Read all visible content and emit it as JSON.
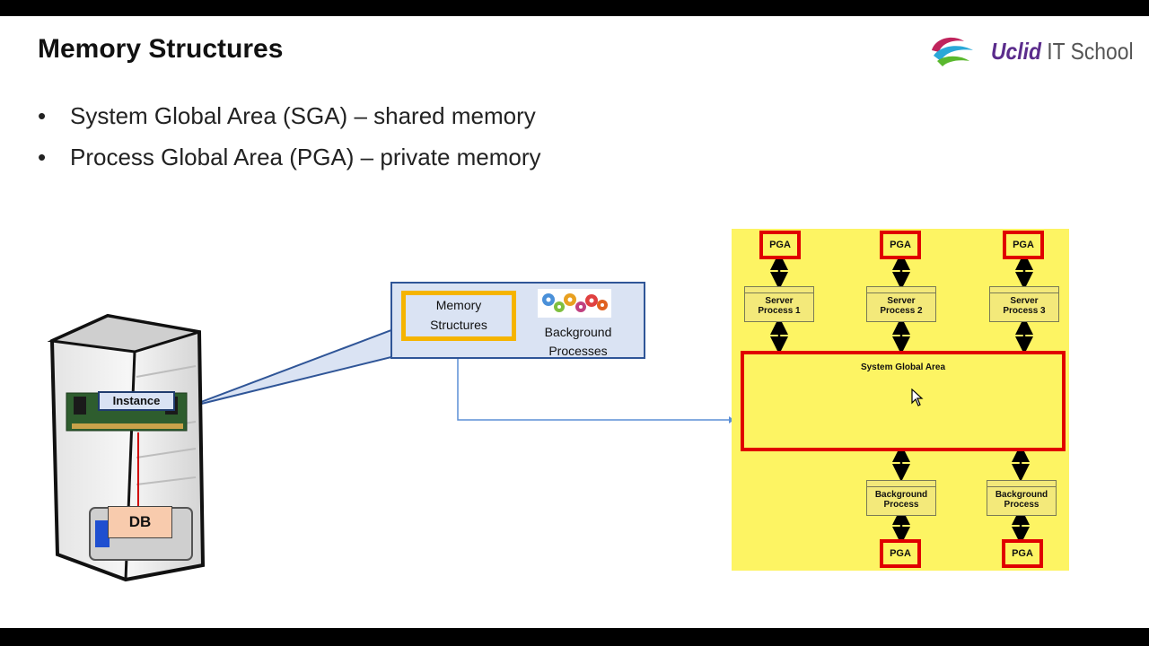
{
  "slide": {
    "title": "Memory Structures",
    "logo": {
      "brand": "Uclid",
      "rest": " IT School"
    },
    "bullets": [
      "System Global Area (SGA) – shared memory",
      "Process Global Area (PGA) – private memory"
    ]
  },
  "server": {
    "instance_label": "Instance",
    "db_label": "DB"
  },
  "callout": {
    "memory_structures_line1": "Memory",
    "memory_structures_line2": "Structures",
    "background_line1": "Background",
    "background_line2": "Processes"
  },
  "architecture": {
    "pga_label": "PGA",
    "server_processes": [
      {
        "line1": "Server",
        "line2": "Process 1"
      },
      {
        "line1": "Server",
        "line2": "Process 2"
      },
      {
        "line1": "Server",
        "line2": "Process 3"
      }
    ],
    "sga_label": "System Global Area",
    "background_processes": [
      {
        "line1": "Background",
        "line2": "Process"
      },
      {
        "line1": "Background",
        "line2": "Process"
      }
    ]
  },
  "colors": {
    "panel_yellow": "#fdf463",
    "highlight_red": "#e00000",
    "callout_blue": "#dae3f3",
    "orange_border": "#f5b400"
  }
}
